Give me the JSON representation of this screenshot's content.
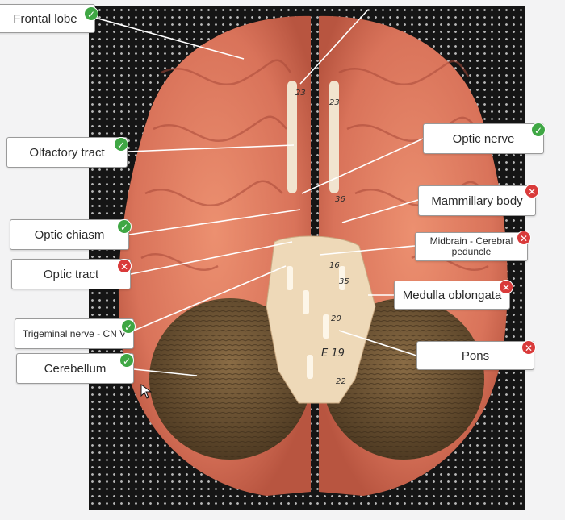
{
  "labels": [
    {
      "id": "frontal-lobe",
      "text": "Frontal lobe",
      "status": "correct"
    },
    {
      "id": "olfactory-tract",
      "text": "Olfactory tract",
      "status": "correct"
    },
    {
      "id": "optic-chiasm",
      "text": "Optic chiasm",
      "status": "correct"
    },
    {
      "id": "optic-tract",
      "text": "Optic tract",
      "status": "incorrect"
    },
    {
      "id": "trigeminal-nerve",
      "text": "Trigeminal nerve - CN V",
      "status": "correct"
    },
    {
      "id": "cerebellum",
      "text": "Cerebellum",
      "status": "correct"
    },
    {
      "id": "optic-nerve",
      "text": "Optic nerve",
      "status": "correct"
    },
    {
      "id": "mammillary-body",
      "text": "Mammillary body",
      "status": "incorrect"
    },
    {
      "id": "midbrain-cerebral-peduncle",
      "text": "Midbrain - Cerebral peduncle",
      "status": "incorrect"
    },
    {
      "id": "medulla-oblongata",
      "text": "Medulla oblongata",
      "status": "incorrect"
    },
    {
      "id": "pons",
      "text": "Pons",
      "status": "incorrect"
    }
  ],
  "status_icons": {
    "correct": "✓",
    "incorrect": "✕"
  },
  "specimen_markings": [
    "23",
    "23",
    "36",
    "16",
    "35",
    "20",
    "E 19",
    "22"
  ],
  "colors": {
    "correct": "#3fa744",
    "incorrect": "#d93a3a",
    "cerebrum": "#d9735a",
    "cerebellum": "#6b5233",
    "brainstem": "#eed9b8"
  }
}
